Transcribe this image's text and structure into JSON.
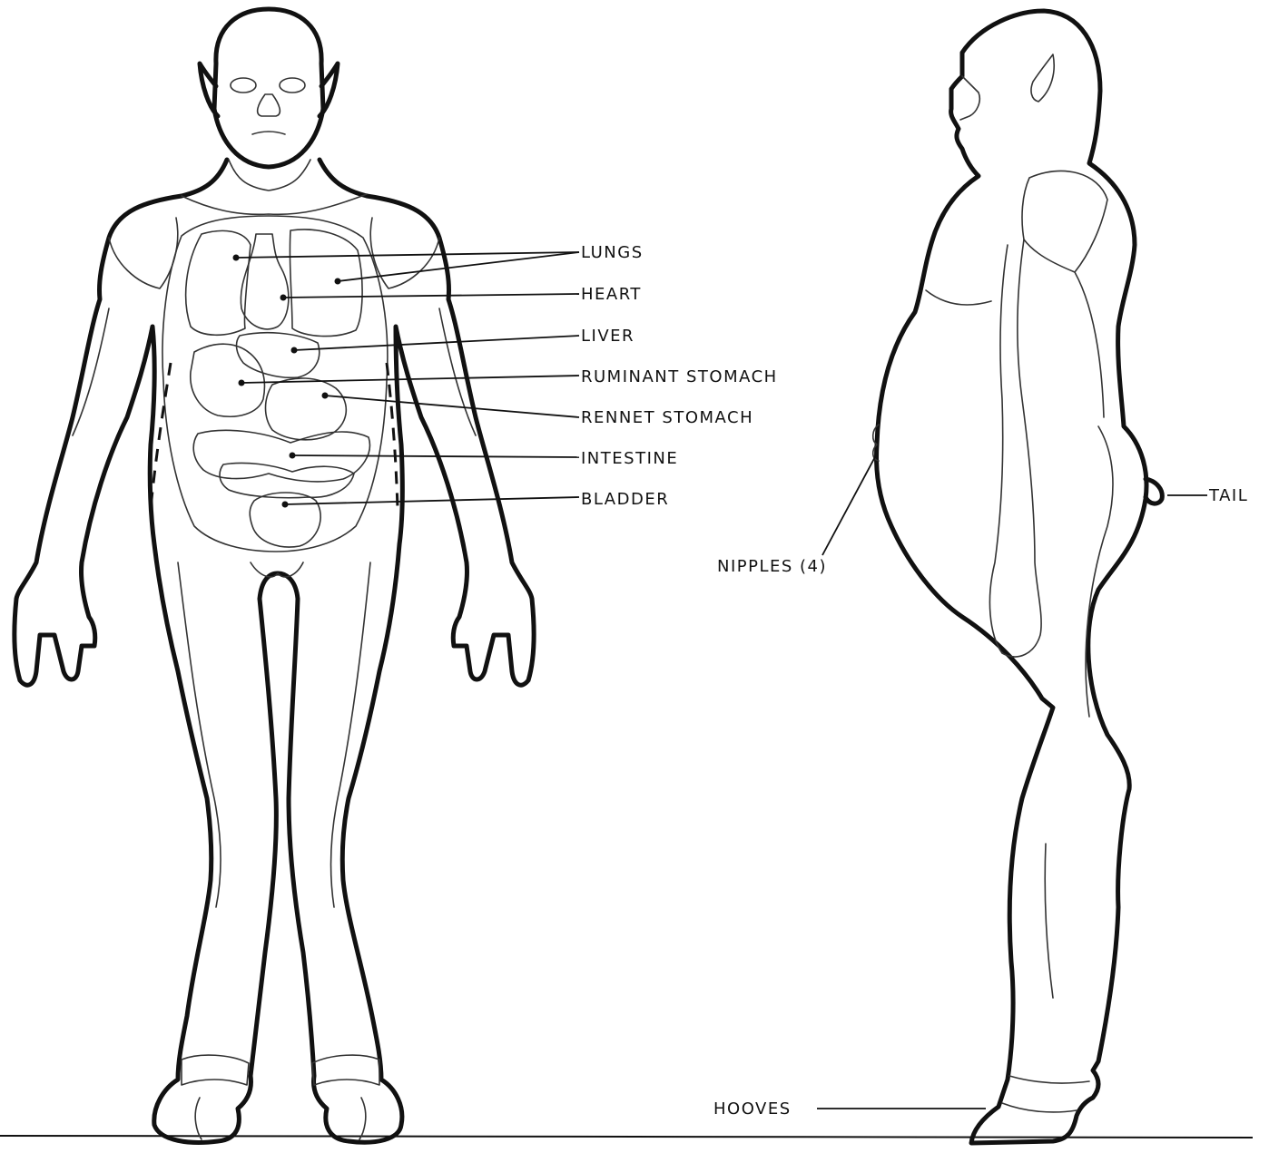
{
  "labels": {
    "lungs": "LUNGS",
    "heart": "HEART",
    "liver": "LIVER",
    "ruminant_stomach": "RUMINANT STOMACH",
    "rennet_stomach": "RENNET STOMACH",
    "intestine": "INTESTINE",
    "bladder": "BLADDER",
    "nipples": "NIPPLES (4)",
    "tail": "TAIL",
    "hooves": "HOOVES"
  },
  "colors": {
    "ink": "#111111",
    "background": "#ffffff"
  }
}
